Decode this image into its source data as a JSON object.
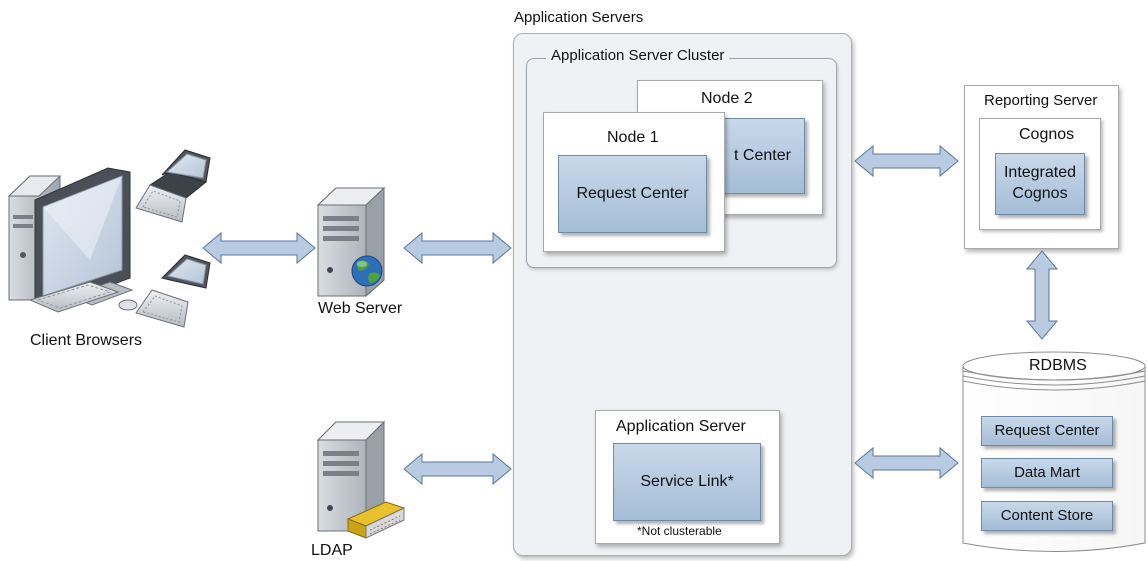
{
  "labels": {
    "app_servers": "Application Servers",
    "cluster": "Application Server Cluster",
    "node2": "Node 2",
    "node2_box": "t Center",
    "node1": "Node 1",
    "node1_box": "Request Center",
    "client_browsers": "Client Browsers",
    "web_server": "Web Server",
    "ldap": "LDAP",
    "app_server": "Application Server",
    "service_link": "Service Link*",
    "not_clusterable": "*Not clusterable",
    "reporting_server": "Reporting Server",
    "cognos": "Cognos",
    "integrated_cognos": "Integrated Cognos",
    "rdbms": "RDBMS",
    "rdbms_items": [
      "Request Center",
      "Data Mart",
      "Content Store"
    ]
  },
  "colors": {
    "box_fill_top": "#c9d8ea",
    "box_fill_bottom": "#a5bdd7",
    "arrow_fill": "#b9cbe2",
    "arrow_stroke": "#5c7799",
    "container_fill": "#eff1f4"
  },
  "icons": [
    "desktop-computer-icon",
    "laptop-icon",
    "server-icon",
    "globe-icon",
    "directory-icon",
    "database-icon"
  ]
}
